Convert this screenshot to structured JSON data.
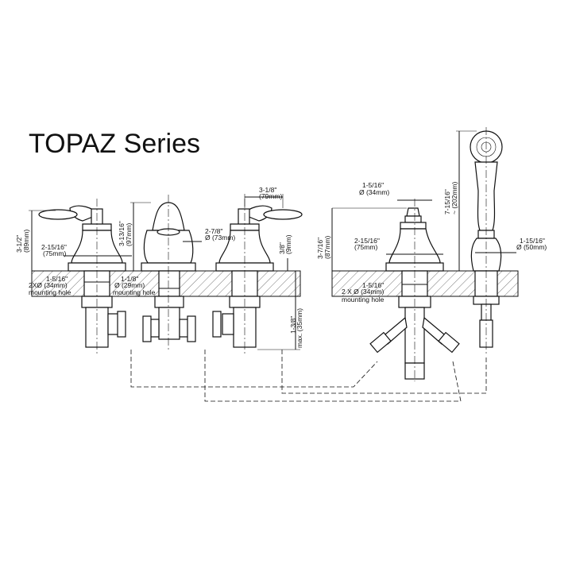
{
  "title": "TOPAZ Series",
  "left": {
    "height_total": "3-1/2\"",
    "height_total_mm": "(89mm)",
    "handle_base": "2-15/16\"",
    "handle_base_mm": "(75mm)",
    "spout_height": "3-13/16\"",
    "spout_height_mm": "(97mm)",
    "spout_base": "2-7/8\"",
    "spout_base_mm": "Ø (73mm)",
    "handle_spread": "3-1/8\"",
    "handle_spread_mm": "(79mm)",
    "hole_left": "1-5/16\"",
    "hole_left_mm": "2XØ (34mm)",
    "hole_left_label": "mounting hole",
    "hole_mid": "1-1/8\"",
    "hole_mid_mm": "Ø (29mm)",
    "hole_mid_label": "mounting hole",
    "deck_thick": "3/8\"",
    "deck_thick_mm": "(9mm)",
    "max_deck": "1-3/8\"",
    "max_deck_mm": "max. (35mm)"
  },
  "right": {
    "handle_top": "1-5/16\"",
    "handle_top_mm": "Ø (34mm)",
    "height_total": "3-7/16\"",
    "height_total_mm": "(87mm)",
    "handle_base": "2-15/16\"",
    "handle_base_mm": "(75mm)",
    "hole": "1-5/16\"",
    "hole_mm": "2 X Ø (34mm)",
    "hole_label": "mounting hole",
    "shower_height": "7-15/16\"",
    "shower_height_mm": "~ (202mm)",
    "shower_base": "1-15/16\"",
    "shower_base_mm": "Ø (50mm)"
  }
}
